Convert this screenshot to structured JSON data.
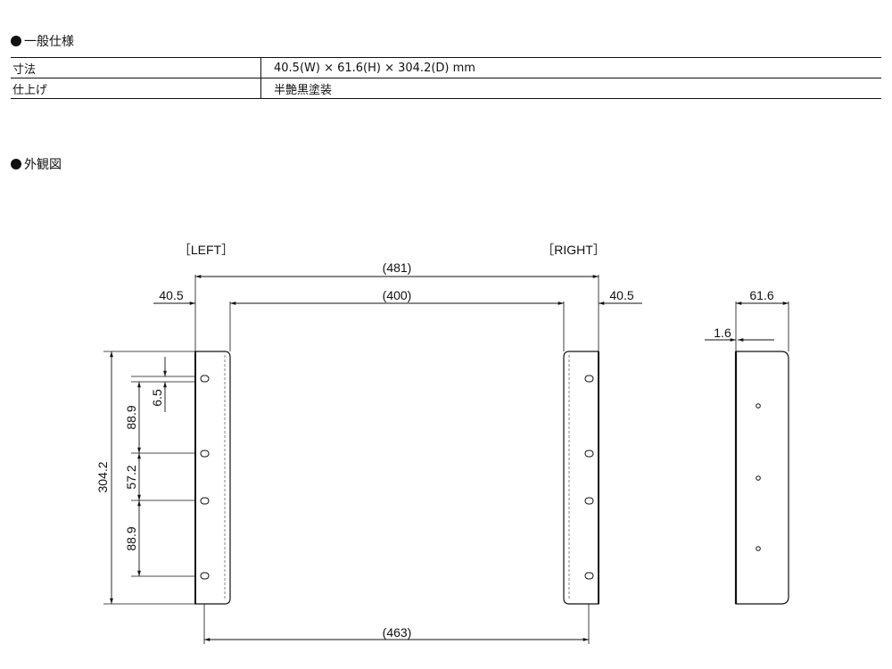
{
  "sections": {
    "spec_title": "一般仕様",
    "view_title": "外観図"
  },
  "spec_table": [
    {
      "label": "寸法",
      "value": "40.5(W) × 61.6(H) × 304.2(D) mm"
    },
    {
      "label": "仕上げ",
      "value": "半艶黒塗装"
    }
  ],
  "drawing": {
    "left_label": "［LEFT］",
    "right_label": "［RIGHT］",
    "dim_total_width": "(481)",
    "dim_inner_width": "(400)",
    "dim_left_width": "40.5",
    "dim_right_width": "40.5",
    "dim_bottom_width": "(463)",
    "dim_overall_depth": "304.2",
    "dim_hole_offset": "6.5",
    "dim_hole_pitch_top": "88.9",
    "dim_hole_pitch_mid": "57.2",
    "dim_hole_pitch_bottom": "88.9",
    "dim_side_height": "61.6",
    "dim_thickness": "1.6"
  }
}
